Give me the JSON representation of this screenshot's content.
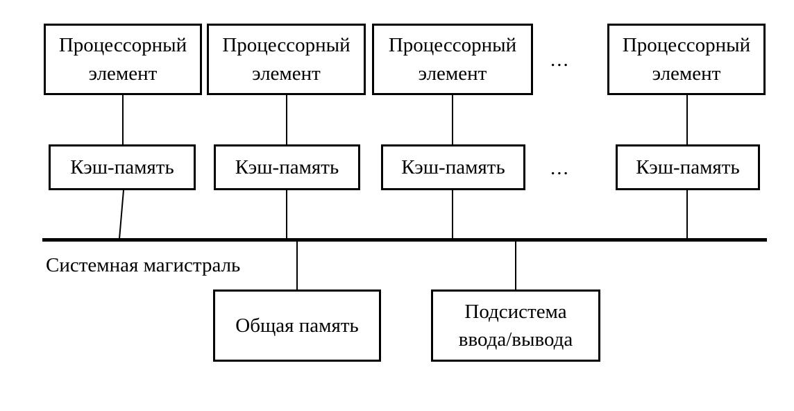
{
  "diagram": {
    "background_color": "#ffffff",
    "line_color": "#000000",
    "text_color": "#000000",
    "processor_elements": [
      {
        "label": "Процессорный элемент"
      },
      {
        "label": "Процессорный элемент"
      },
      {
        "label": "Процессорный элемент"
      },
      {
        "label": "Процессорный элемент"
      }
    ],
    "cache_elements": [
      {
        "label": "Кэш-память"
      },
      {
        "label": "Кэш-память"
      },
      {
        "label": "Кэш-память"
      },
      {
        "label": "Кэш-память"
      }
    ],
    "ellipsis_top": "...",
    "ellipsis_cache": "...",
    "bus_label": "Системная магистраль",
    "shared_memory_label": "Общая память",
    "io_subsystem_label": "Подсистема ввода/вывода"
  }
}
